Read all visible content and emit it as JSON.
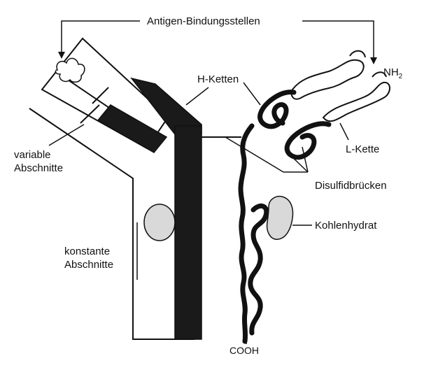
{
  "labels": {
    "antigen_binding": "Antigen-Bindungsstellen",
    "h_chains": "H-Ketten",
    "nh2": "NH",
    "nh2_sub": "2",
    "variable_line1": "variable",
    "variable_line2": "Abschnitte",
    "l_chain": "L-Kette",
    "disulfide": "Disulfidbrücken",
    "carbohydrate": "Kohlenhydrat",
    "constant_line1": "konstante",
    "constant_line2": "Abschnitte",
    "cooh": "COOH"
  },
  "colors": {
    "ink": "#111111",
    "dark_fill": "#1a1a1a",
    "carb_fill": "#d9d9d9"
  }
}
